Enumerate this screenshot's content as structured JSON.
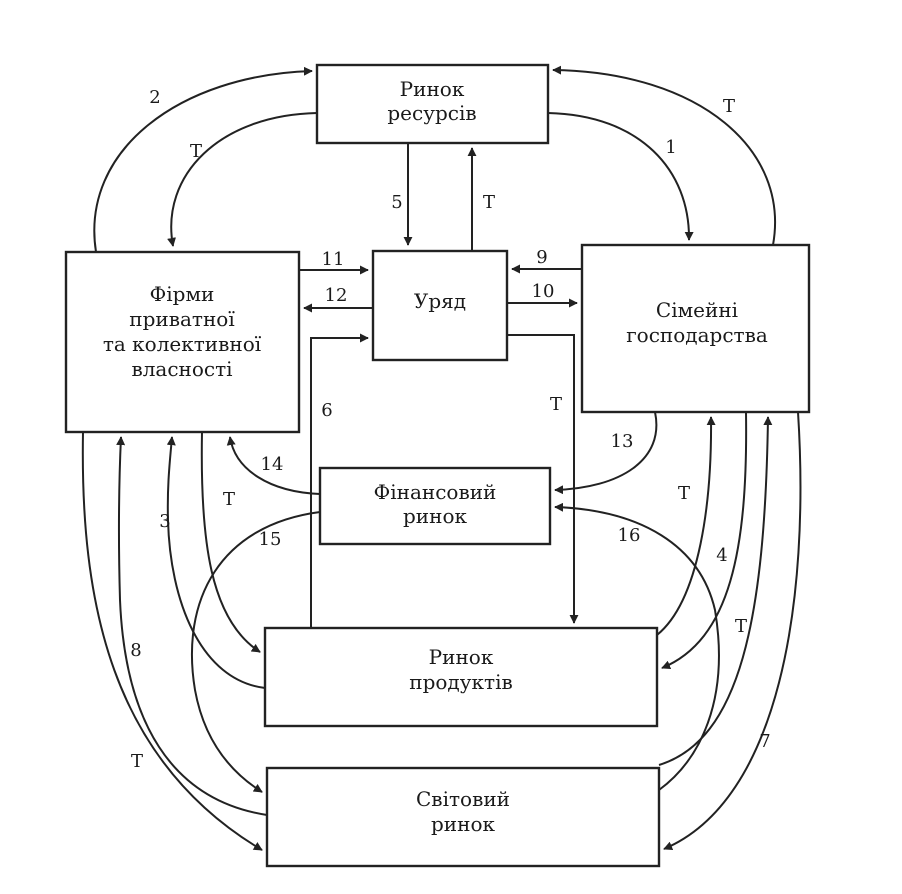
{
  "nodes": {
    "resource_market": {
      "lines": [
        "Ринок",
        "ресурсів"
      ]
    },
    "firms": {
      "lines": [
        "Фірми",
        "приватної",
        "та колективної",
        "власності"
      ]
    },
    "government": {
      "lines": [
        "Уряд"
      ]
    },
    "households": {
      "lines": [
        "Сімейні",
        "господарства"
      ]
    },
    "financial_market": {
      "lines": [
        "Фінансовий",
        "ринок"
      ]
    },
    "product_market": {
      "lines": [
        "Ринок",
        "продуктів"
      ]
    },
    "world_market": {
      "lines": [
        "Світовий",
        "ринок"
      ]
    }
  },
  "flow_labels": [
    "1",
    "2",
    "3",
    "4",
    "5",
    "6",
    "7",
    "8",
    "9",
    "10",
    "11",
    "12",
    "13",
    "14",
    "15",
    "16"
  ],
  "tax_label": "Т",
  "colors": {
    "ink": "#222222",
    "background": "#ffffff"
  }
}
